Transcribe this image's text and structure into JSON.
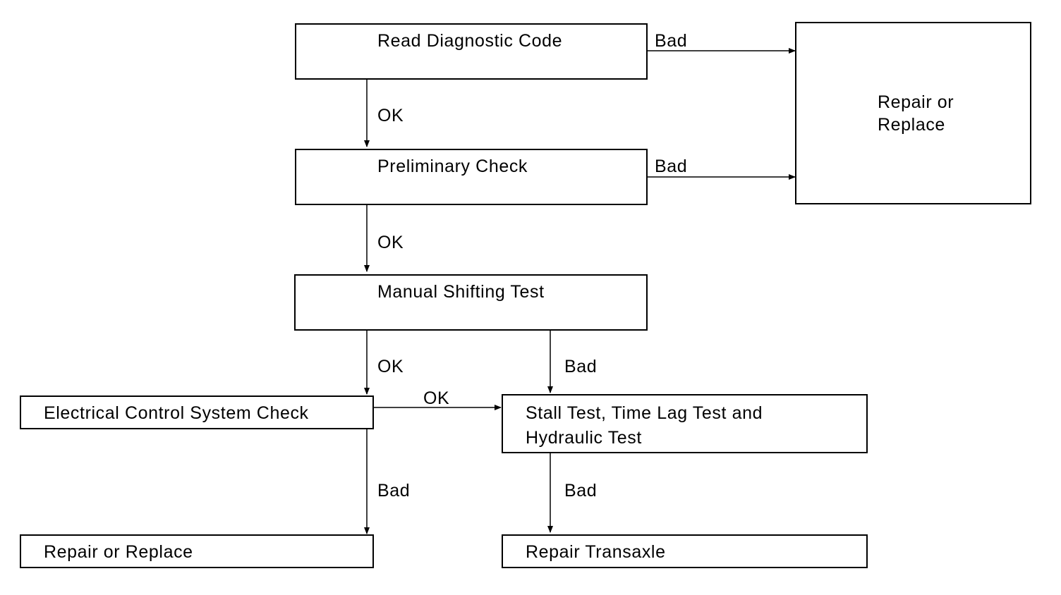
{
  "nodes": {
    "read_code": "Read Diagnostic Code",
    "preliminary": "Preliminary Check",
    "repair_top": [
      "Repair or",
      "Replace"
    ],
    "manual_shift": "Manual Shifting Test",
    "electrical": "Electrical Control System Check",
    "stall": [
      "Stall Test, Time Lag Test and",
      "Hydraulic Test"
    ],
    "repair_left": "Repair or Replace",
    "repair_transaxle": "Repair Transaxle"
  },
  "edges": {
    "read_to_repair": "Bad",
    "read_to_prelim": "OK",
    "prelim_to_repair": "Bad",
    "prelim_to_manual": "OK",
    "manual_to_electrical": "OK",
    "manual_to_stall": "Bad",
    "electrical_to_stall": "OK",
    "electrical_to_repair": "Bad",
    "stall_to_transaxle": "Bad"
  }
}
